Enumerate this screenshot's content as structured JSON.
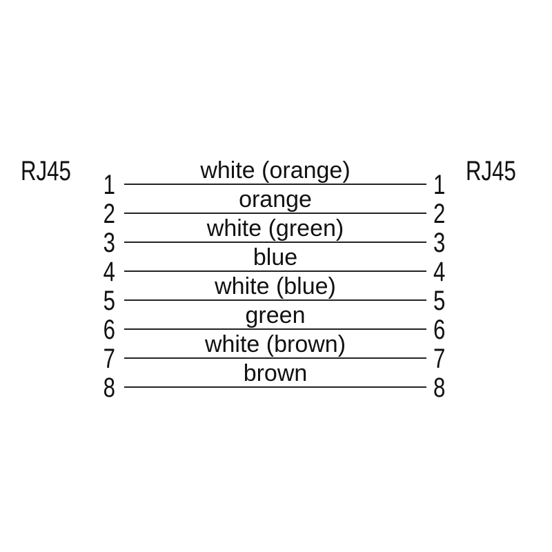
{
  "diagram": {
    "left_connector": "RJ45",
    "right_connector": "RJ45",
    "rows": [
      {
        "left_pin": "1",
        "label": "white (orange)",
        "right_pin": "1"
      },
      {
        "left_pin": "2",
        "label": "orange",
        "right_pin": "2"
      },
      {
        "left_pin": "3",
        "label": "white (green)",
        "right_pin": "3"
      },
      {
        "left_pin": "4",
        "label": "blue",
        "right_pin": "4"
      },
      {
        "left_pin": "5",
        "label": "white (blue)",
        "right_pin": "5"
      },
      {
        "left_pin": "6",
        "label": "green",
        "right_pin": "6"
      },
      {
        "left_pin": "7",
        "label": "white (brown)",
        "right_pin": "7"
      },
      {
        "left_pin": "8",
        "label": "brown",
        "right_pin": "8"
      }
    ]
  },
  "colors": {
    "background": "#ffffff",
    "text": "#111111",
    "line": "#222222"
  }
}
